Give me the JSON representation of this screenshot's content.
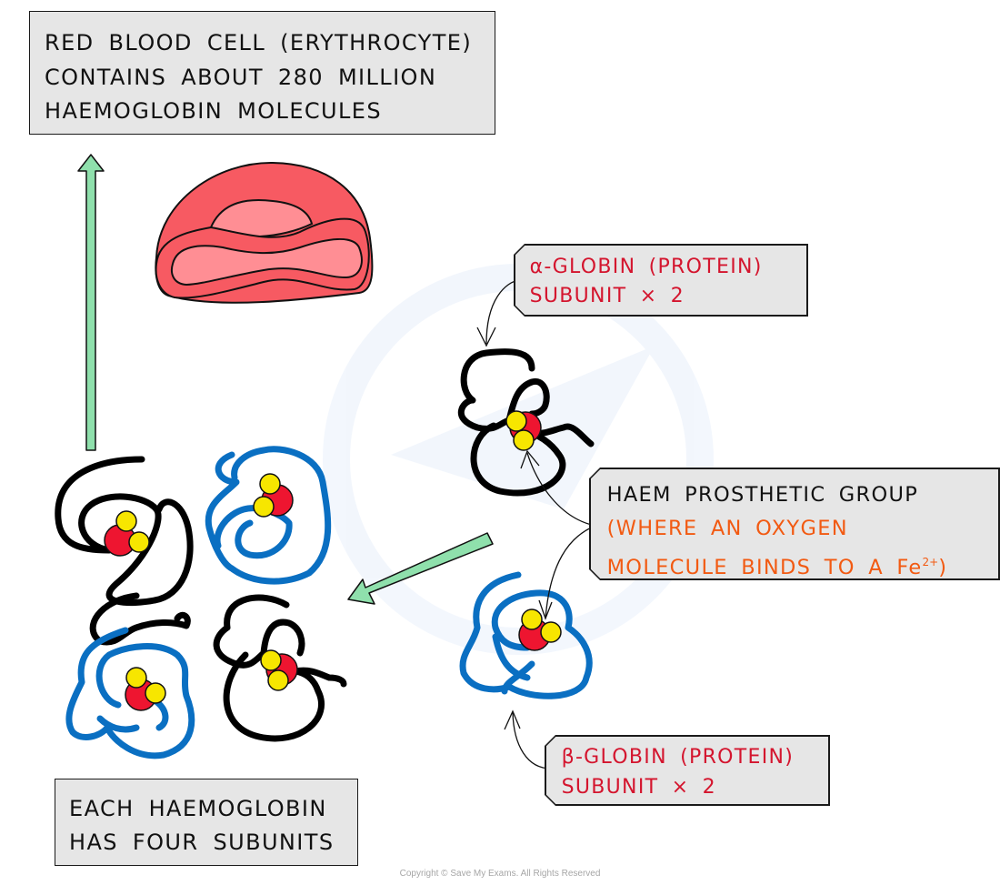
{
  "diagram": {
    "title_box": {
      "lines": [
        "RED BLOOD CELL (ERYTHROCYTE)",
        "CONTAINS ABOUT 280 MILLION",
        "HAEMOGLOBIN MOLECULES"
      ]
    },
    "subunit_box": {
      "lines": [
        "EACH HAEMOGLOBIN",
        "HAS FOUR SUBUNITS"
      ]
    },
    "alpha_label": {
      "symbol": "α",
      "line1": "-GLOBIN (PROTEIN)",
      "line2": "SUBUNIT × 2"
    },
    "haem_label": {
      "line1": "HAEM PROSTHETIC GROUP",
      "line2": "(WHERE AN OXYGEN",
      "line3_prefix": "MOLECULE BINDS TO A Fe",
      "line3_sup": "2+",
      "line3_suffix": ")"
    },
    "beta_label": {
      "symbol": "β",
      "line1": "-GLOBIN (PROTEIN)",
      "line2": "SUBUNIT × 2"
    },
    "copyright": "Copyright © Save My Exams. All Rights Reserved"
  },
  "colors": {
    "alpha_chain": "#000000",
    "beta_chain": "#0a6fc2",
    "haem_iron": "#ee1530",
    "oxygen": "#f7e600",
    "arrow_fill": "#8fe0ac",
    "rbc_outer": "#f75a62",
    "rbc_inner": "#ff8e94",
    "label_red": "#d4152e",
    "label_orange": "#f25a12"
  }
}
